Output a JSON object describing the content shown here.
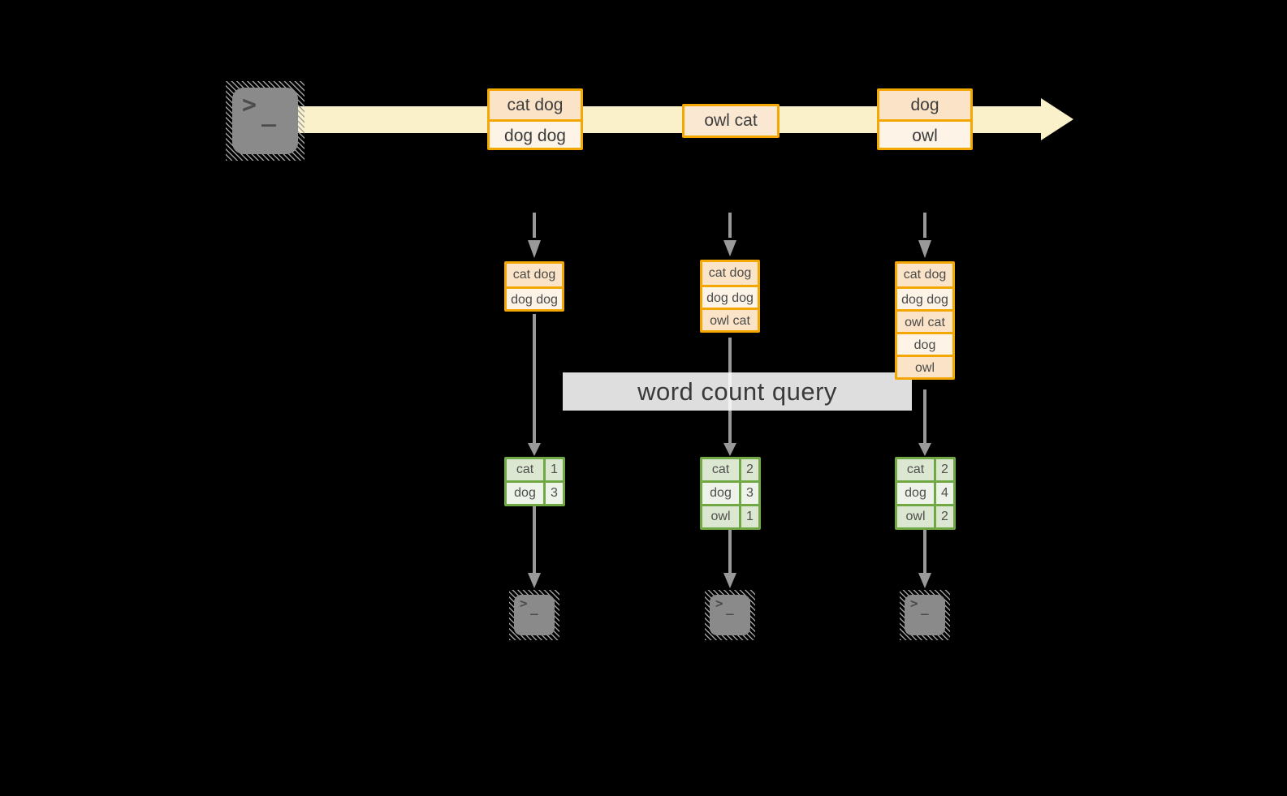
{
  "colors": {
    "background": "#000000",
    "stream_band": "#FAF0C9",
    "event_border": "#F2A702",
    "event_cell_dark": "#FAE3C6",
    "event_cell_light": "#FDF3E6",
    "table_border": "#6FA845",
    "table_cell_dark": "#DCE7D1",
    "table_cell_light": "#EEF3E9",
    "arrow_gray": "#999999",
    "terminal_fill": "#8A8A8A"
  },
  "stream": {
    "source_glyph_prompt": ">",
    "source_glyph_cursor": "_",
    "events": [
      {
        "rows": [
          {
            "text": "cat dog"
          },
          {
            "text": "dog dog"
          }
        ]
      },
      {
        "rows": [
          {
            "text": "owl cat"
          }
        ]
      },
      {
        "rows": [
          {
            "text": "dog"
          },
          {
            "text": "owl"
          }
        ]
      }
    ]
  },
  "states": [
    {
      "rows": [
        {
          "text": "cat dog"
        },
        {
          "text": "dog dog"
        }
      ]
    },
    {
      "rows": [
        {
          "text": "cat dog"
        },
        {
          "text": "dog dog"
        },
        {
          "text": "owl cat"
        }
      ]
    },
    {
      "rows": [
        {
          "text": "cat dog"
        },
        {
          "text": "dog dog"
        },
        {
          "text": "owl cat"
        },
        {
          "text": "dog"
        },
        {
          "text": "owl"
        }
      ]
    }
  ],
  "query": {
    "label": "word count query"
  },
  "tables": [
    {
      "rows": [
        {
          "word": "cat",
          "count": "1"
        },
        {
          "word": "dog",
          "count": "3"
        }
      ]
    },
    {
      "rows": [
        {
          "word": "cat",
          "count": "2"
        },
        {
          "word": "dog",
          "count": "3"
        },
        {
          "word": "owl",
          "count": "1"
        }
      ]
    },
    {
      "rows": [
        {
          "word": "cat",
          "count": "2"
        },
        {
          "word": "dog",
          "count": "4"
        },
        {
          "word": "owl",
          "count": "2"
        }
      ]
    }
  ],
  "sinks": [
    {
      "glyph_prompt": ">",
      "glyph_cursor": "_"
    },
    {
      "glyph_prompt": ">",
      "glyph_cursor": "_"
    },
    {
      "glyph_prompt": ">",
      "glyph_cursor": "_"
    }
  ]
}
